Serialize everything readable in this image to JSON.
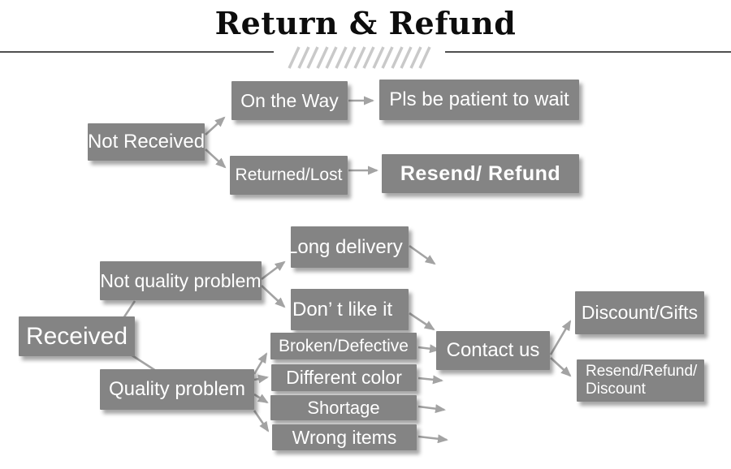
{
  "title": "Return & Refund",
  "colors": {
    "background": "#ffffff",
    "box": "#848484",
    "box-text": "#ffffff",
    "arrow": "#a3a3a3",
    "divider": "#4f4f4f",
    "hatch": "#c9c9c9",
    "title-text": "#0d0d0d",
    "shadow": "rgba(60,60,60,0.45)"
  },
  "flowchart": {
    "not_received": {
      "label": "Not Received"
    },
    "on_the_way": {
      "label": "On the Way"
    },
    "pls_be_patient": {
      "label": "Pls be patient to wait"
    },
    "returned_lost": {
      "label": "Returned/Lost"
    },
    "resend_refund": {
      "label": "Resend/ Refund"
    },
    "received": {
      "label": "Received"
    },
    "not_quality_problem": {
      "label": "Not quality problem"
    },
    "long_delivery": {
      "label": "Long delivery"
    },
    "dont_like_it": {
      "label": "Don’ t like it"
    },
    "quality_problem": {
      "label": "Quality problem"
    },
    "broken_defective": {
      "label": "Broken/Defective"
    },
    "different_color": {
      "label": "Different color"
    },
    "shortage": {
      "label": "Shortage"
    },
    "wrong_items": {
      "label": "Wrong items"
    },
    "contact_us": {
      "label": "Contact us"
    },
    "discount_gifts": {
      "label": "Discount/Gifts"
    },
    "resend_refund_discount": {
      "label": "Resend/Refund/ Discount"
    }
  }
}
